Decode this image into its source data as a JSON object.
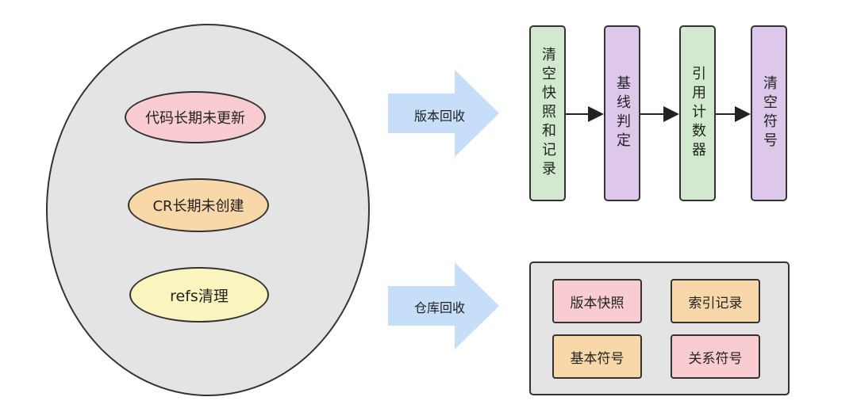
{
  "left": {
    "topics": [
      "代码长期未更新",
      "CR长期未创建",
      "refs清理"
    ]
  },
  "arrows": {
    "top_label": "版本回收",
    "bottom_label": "仓库回收"
  },
  "version_flow": {
    "steps": [
      "清空快照和记录",
      "基线判定",
      "引用计数器",
      "清空符号"
    ]
  },
  "repo_items": [
    "版本快照",
    "索引记录",
    "基本符号",
    "关系符号"
  ],
  "colors": {
    "pink": "#f8ccd0",
    "peach": "#f8d7a8",
    "yellow": "#faf5bf",
    "green": "#d3e9cf",
    "purple": "#ddc8ec",
    "gray": "#e4e4e4",
    "arrow_blue": "#c6def8"
  }
}
